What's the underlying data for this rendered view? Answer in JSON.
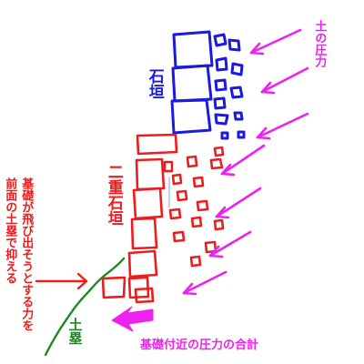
{
  "colors": {
    "upper_wall": "#1a1ae0",
    "lower_wall": "#ee1c1c",
    "soil_pressure": "#ee22ee",
    "earth_mound": "#1e8a1e",
    "annotation": "#ee1c1c"
  },
  "labels": {
    "upper_wall": "石垣",
    "lower_wall": "二重石垣",
    "soil_pressure": "土の圧力",
    "annotation_col1": "基礎が飛び出そうとする力を",
    "annotation_col2": "前面の土塁で抑える",
    "earth_mound": "土塁",
    "resultant": "基礎付近の圧力の合計"
  }
}
